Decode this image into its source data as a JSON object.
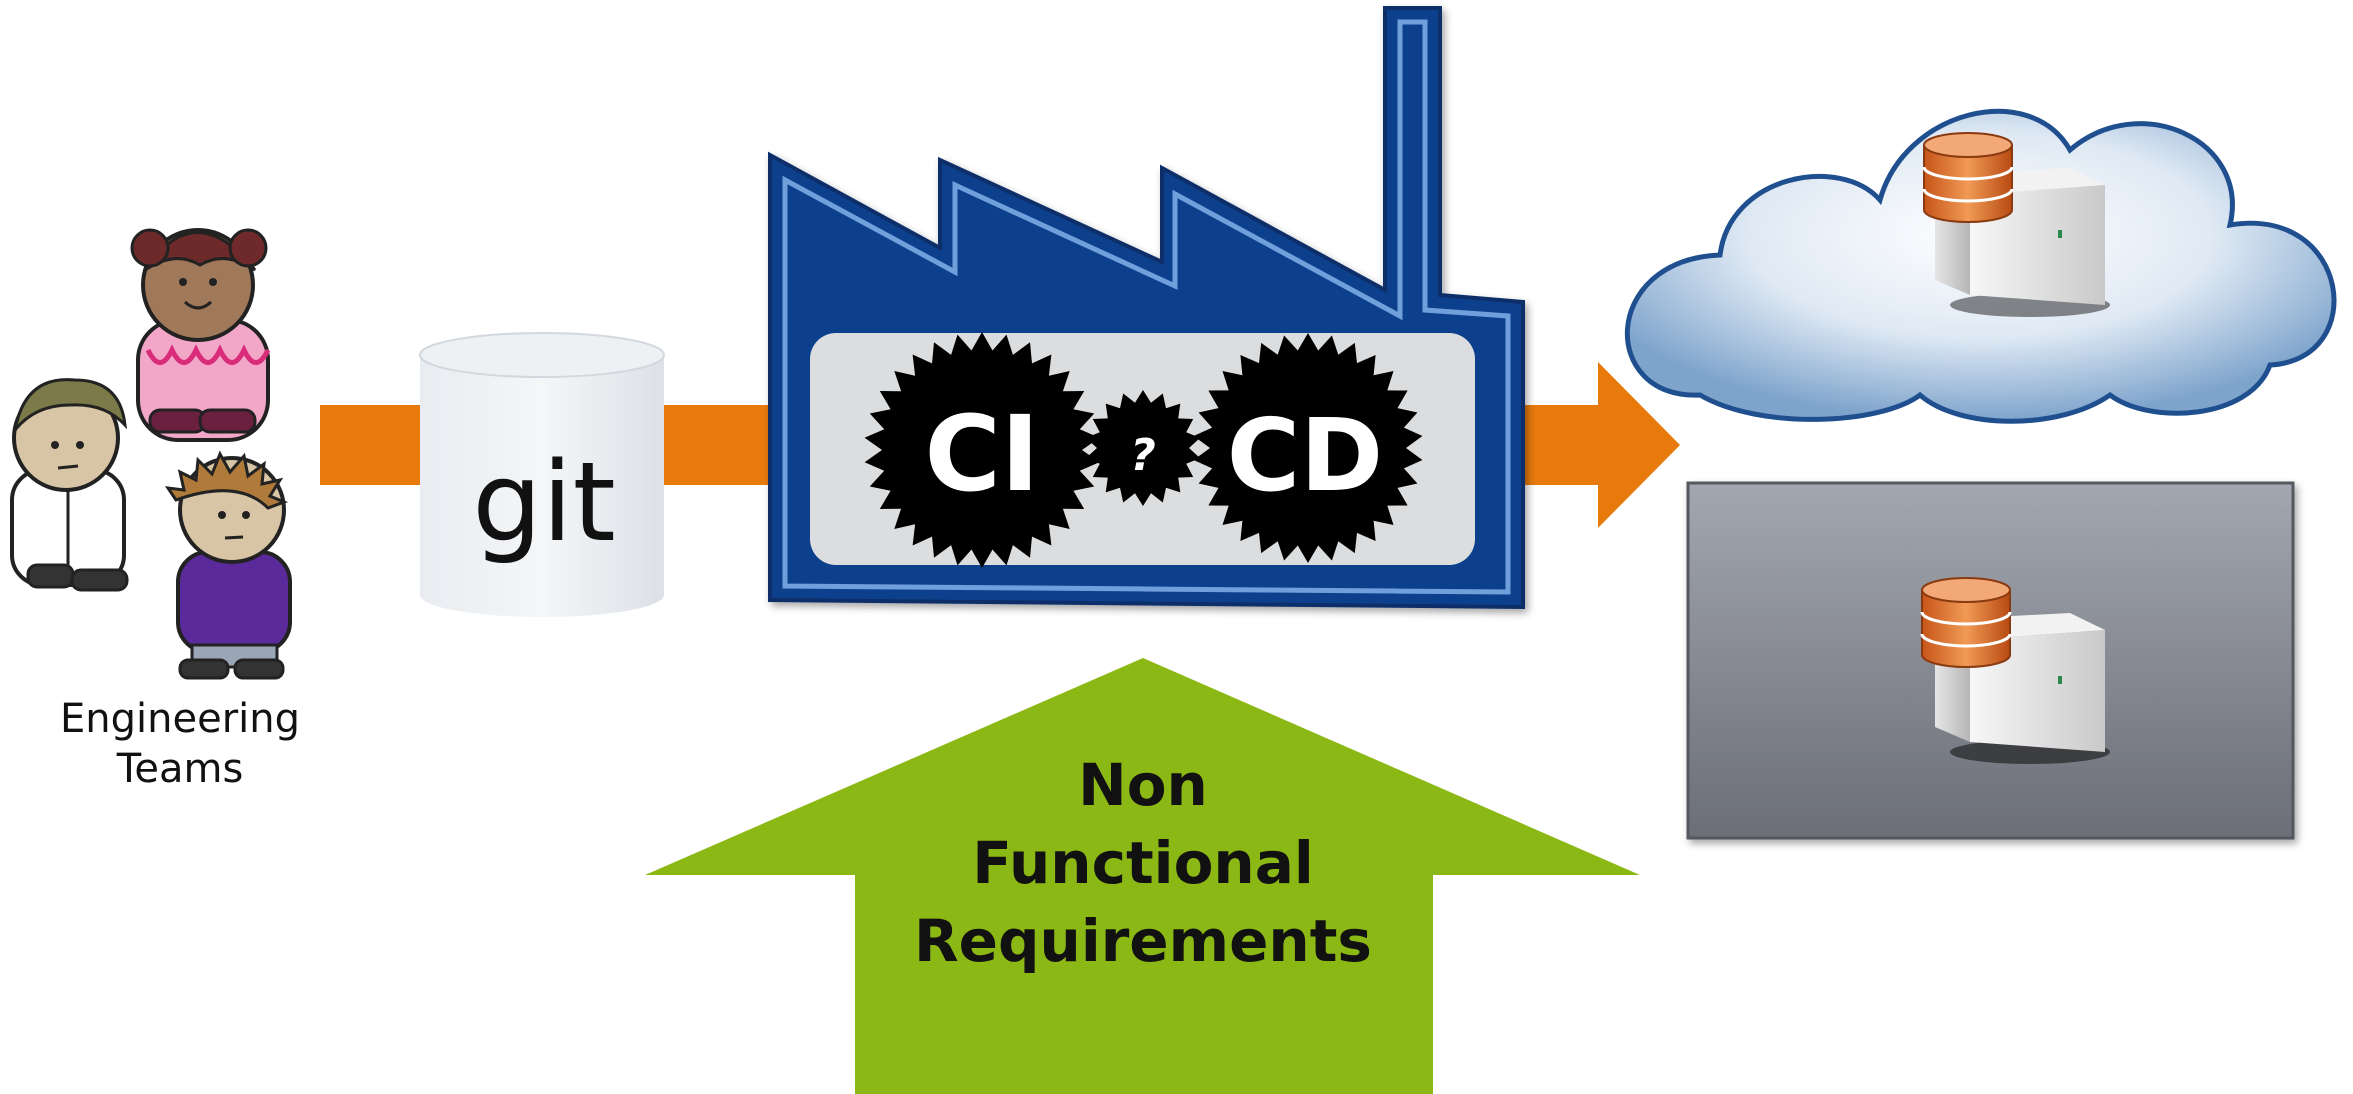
{
  "team": {
    "label_line1": "Engineering",
    "label_line2": "Teams"
  },
  "repo": {
    "label": "git"
  },
  "factory": {
    "ci_label": "CI",
    "link_label": "?",
    "cd_label": "CD"
  },
  "nfr": {
    "line1": "Non",
    "line2": "Functional",
    "line3": "Requirements"
  },
  "colors": {
    "arrow_orange": "#E87A0C",
    "factory_blue": "#11418C",
    "factory_stripe": "#6FA0DC",
    "panel_gray": "#DCDDDE",
    "nfr_green": "#8CB815",
    "cloud_blue": "#4F7FB5",
    "onprem_gray": "#7C7F88"
  }
}
